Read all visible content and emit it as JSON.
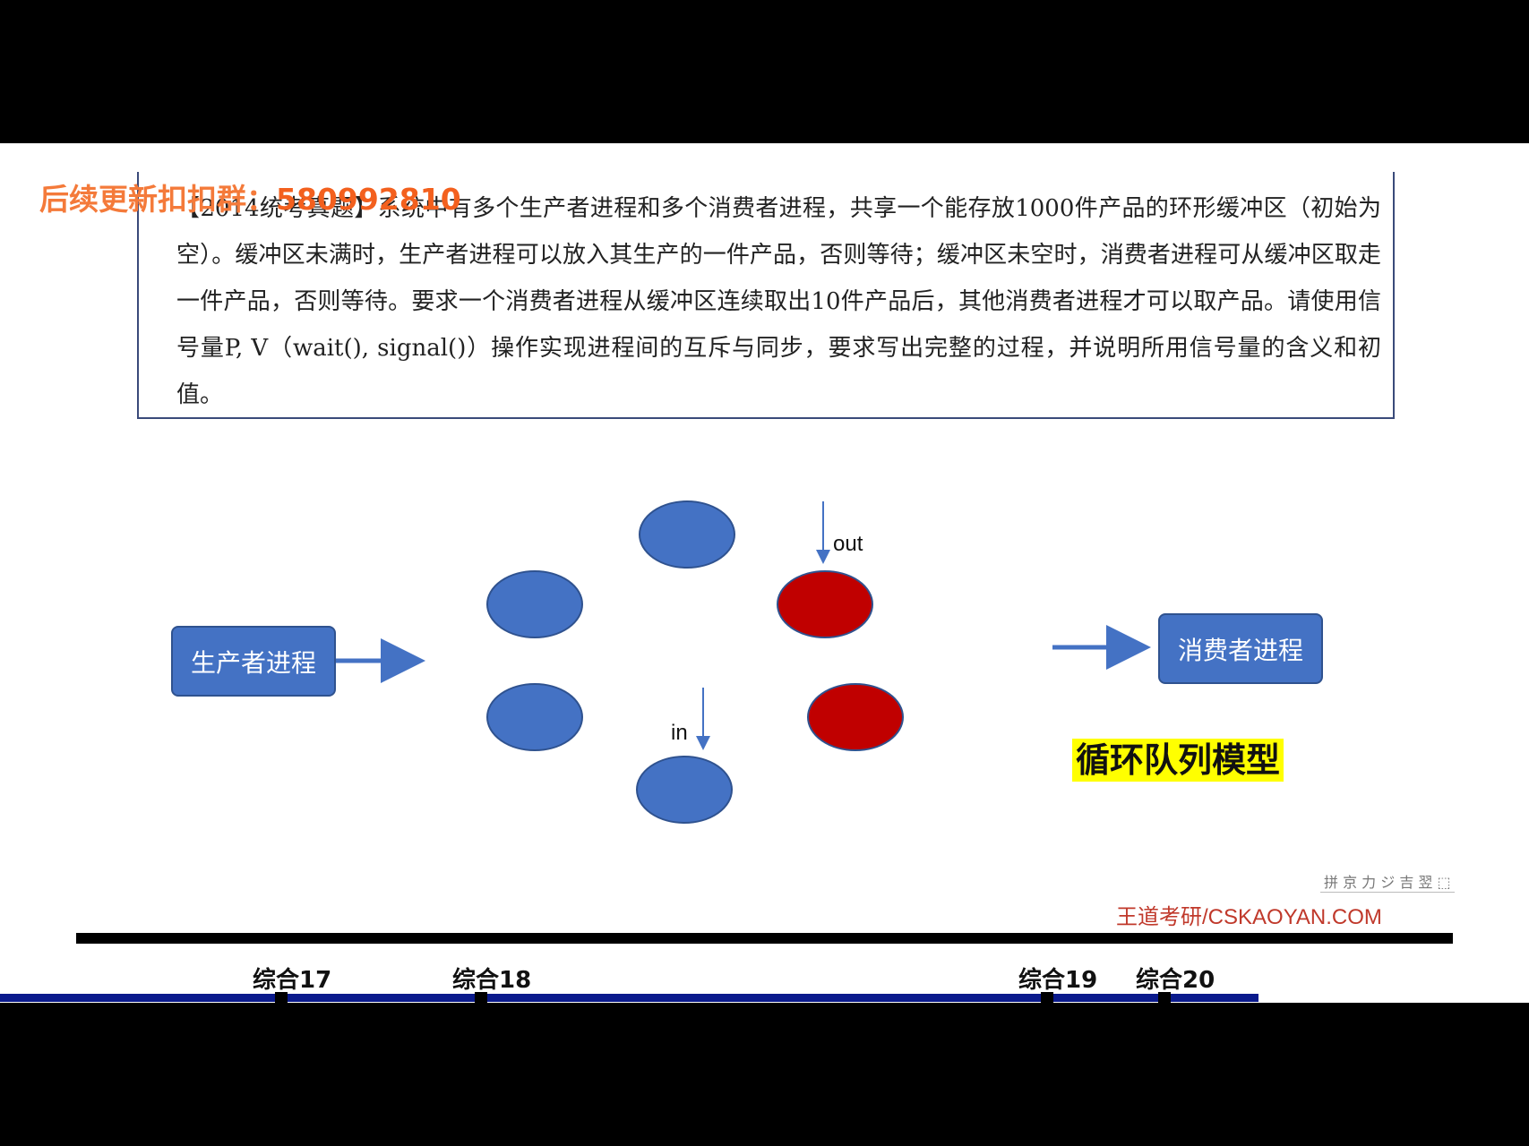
{
  "watermark": {
    "prefix": "后续更新扣扣群：",
    "number": "580992810"
  },
  "question": {
    "text": "【2014统考真题】系统中有多个生产者进程和多个消费者进程，共享一个能存放1000件产品的环形缓冲区（初始为空）。缓冲区未满时，生产者进程可以放入其生产的一件产品，否则等待；缓冲区未空时，消费者进程可从缓冲区取走一件产品，否则等待。要求一个消费者进程从缓冲区连续取出10件产品后，其他消费者进程才可以取产品。请使用信号量P, V（wait(), signal()）操作实现进程间的互斥与同步，要求写出完整的过程，并说明所用信号量的含义和初值。"
  },
  "diagram": {
    "producer": "生产者进程",
    "consumer": "消费者进程",
    "out_label": "out",
    "in_label": "in",
    "model_label": "循环队列模型",
    "colors": {
      "empty_slot": "#4472c4",
      "full_slot": "#c00000",
      "box": "#4472c4"
    }
  },
  "toolbar_text": "拼 京 力 ジ 吉 翌 ⬚",
  "brand": "王道考研/CSKAOYAN.COM",
  "chapters": [
    {
      "label": "综合17"
    },
    {
      "label": "综合18"
    },
    {
      "label": "综合19"
    },
    {
      "label": "综合20"
    }
  ]
}
